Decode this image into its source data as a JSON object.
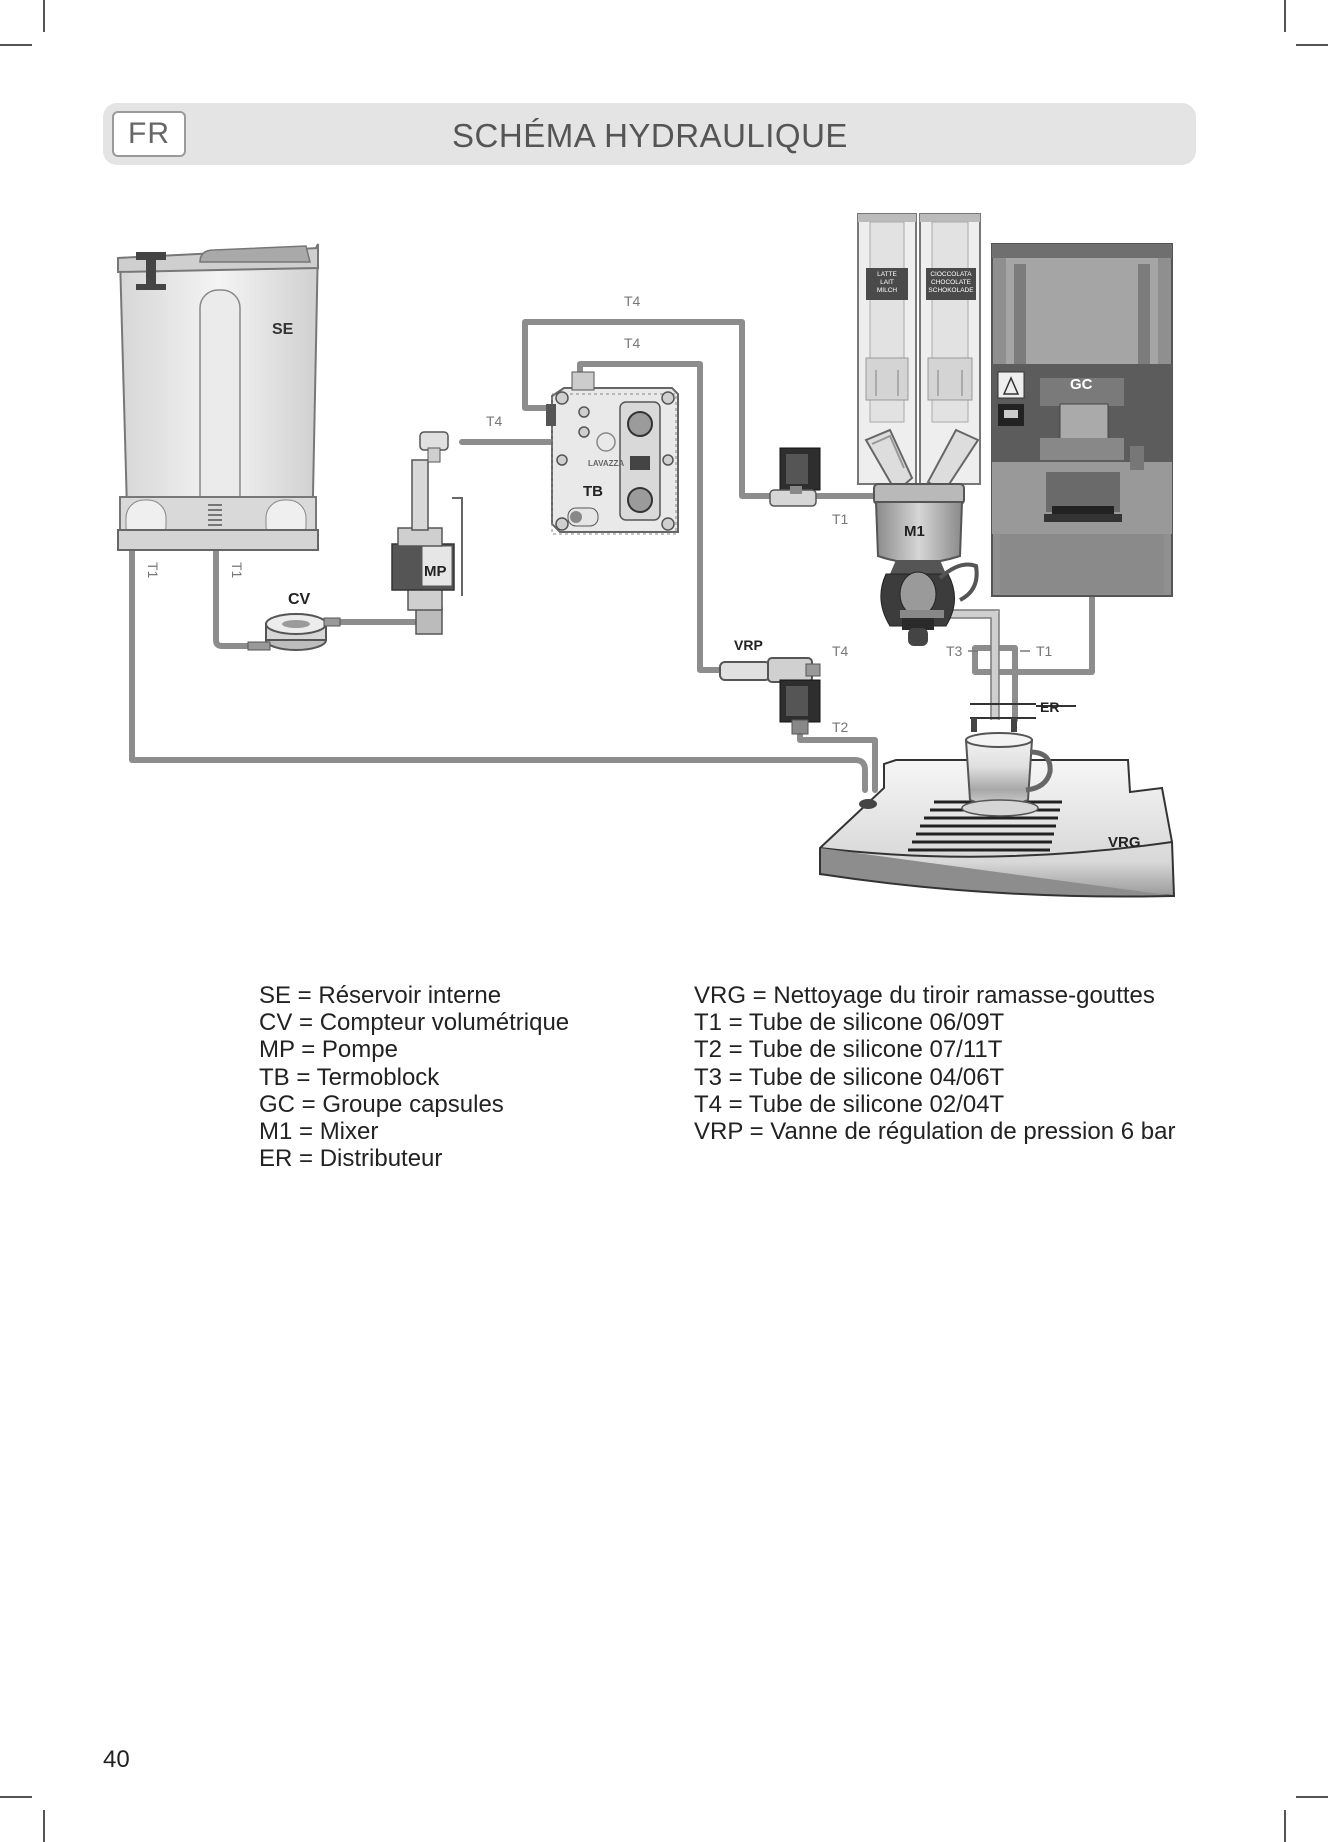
{
  "header": {
    "language_badge": "FR",
    "title": "SCHÉMA HYDRAULIQUE"
  },
  "diagram": {
    "component_labels": {
      "se": "SE",
      "cv": "CV",
      "mp": "MP",
      "tb": "TB",
      "gc": "GC",
      "m1": "M1",
      "vrp": "VRP",
      "er": "ER",
      "vrg": "VRG"
    },
    "tube_labels": {
      "t1_tank_left": "T1",
      "t1_tank_right": "T1",
      "t4_top_outer": "T4",
      "t4_top_inner": "T4",
      "t4_pump_out": "T4",
      "t1_mixer": "T1",
      "t4_vrp": "T4",
      "t3_er": "T3",
      "t1_er": "T1",
      "t2_vrp": "T2"
    },
    "hopper_labels": {
      "milk": [
        "LATTE",
        "LAIT",
        "MILCH"
      ],
      "chocolate": [
        "CIOCCOLATA",
        "CHOCOLATE",
        "SCHOKOLADE"
      ]
    },
    "brand_mark": "LAVAZZA"
  },
  "legend": {
    "left": [
      "SE = Réservoir interne",
      "CV = Compteur volumétrique",
      "MP = Pompe",
      "TB = Termoblock",
      "GC = Groupe capsules",
      "M1 = Mixer",
      "ER = Distributeur"
    ],
    "right": [
      "VRG = Nettoyage du tiroir ramasse-gouttes",
      "T1 = Tube de silicone 06/09T",
      "T2 = Tube de silicone 07/11T",
      "T3 = Tube de silicone 04/06T",
      "T4 = Tube de silicone 02/04T",
      "VRP = Vanne de régulation de pression 6 bar"
    ]
  },
  "footer": {
    "page_number": "40"
  }
}
